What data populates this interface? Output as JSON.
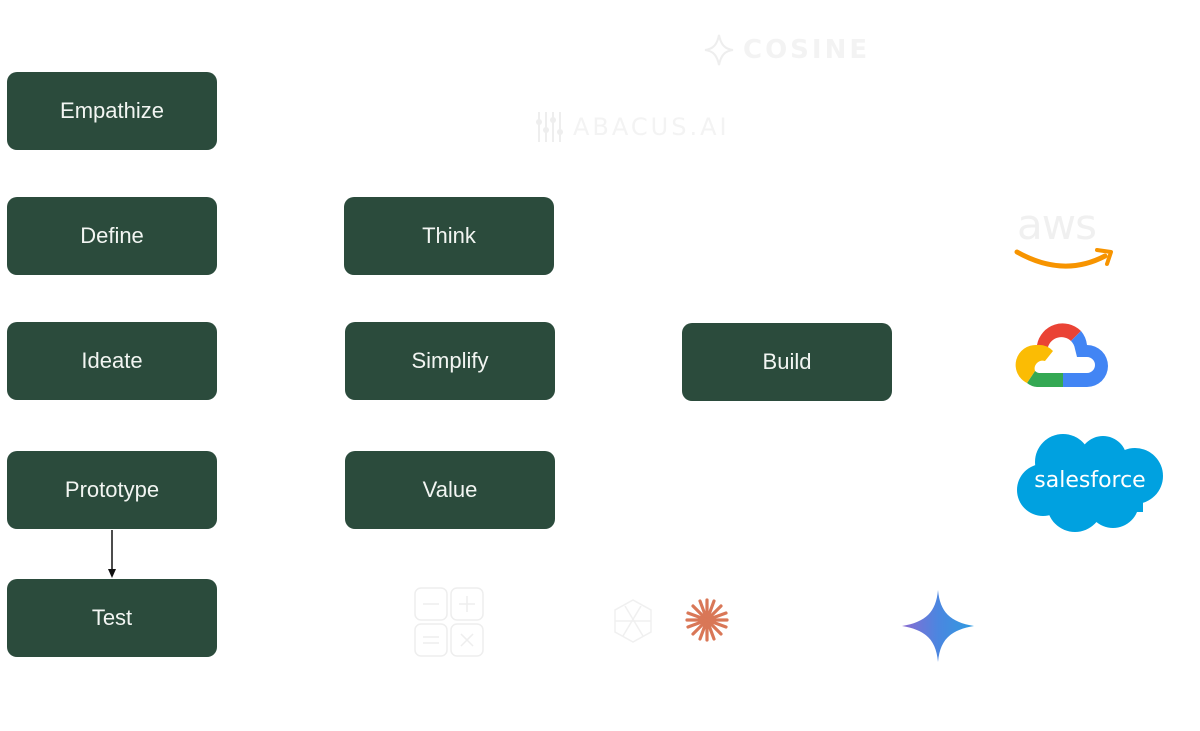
{
  "diagram": {
    "columns": [
      {
        "name": "design-thinking",
        "nodes": [
          "Empathize",
          "Define",
          "Ideate",
          "Prototype",
          "Test"
        ]
      },
      {
        "name": "principles",
        "nodes": [
          "Think",
          "Simplify",
          "Value"
        ]
      },
      {
        "name": "output",
        "nodes": [
          "Build"
        ]
      }
    ],
    "edges": [
      {
        "from": "Prototype",
        "to": "Test",
        "type": "arrow"
      }
    ],
    "colors": {
      "node_fill": "#2b4b3c",
      "node_text": "#f2f5f2",
      "edge": "#111111"
    }
  },
  "logos": {
    "cosine": {
      "text": "COSINE",
      "icon": "cosine-star-icon"
    },
    "abacus": {
      "text": "ABACUS.AI",
      "icon": "abacus-icon"
    },
    "aws": {
      "text": "aws",
      "icon": "amazon-smile-icon",
      "arrow_color": "#f79400"
    },
    "google_cloud": {
      "icon": "google-cloud-icon",
      "colors": [
        "#ea4335",
        "#4285f4",
        "#34a853",
        "#fbbc04"
      ]
    },
    "salesforce": {
      "text": "salesforce",
      "color": "#00a1e0"
    },
    "calculator": {
      "icon": "calculator-icon"
    },
    "openai": {
      "icon": "openai-icon"
    },
    "claude": {
      "icon": "claude-burst-icon",
      "color": "#d97757"
    },
    "gemini": {
      "icon": "gemini-sparkle-icon"
    }
  }
}
